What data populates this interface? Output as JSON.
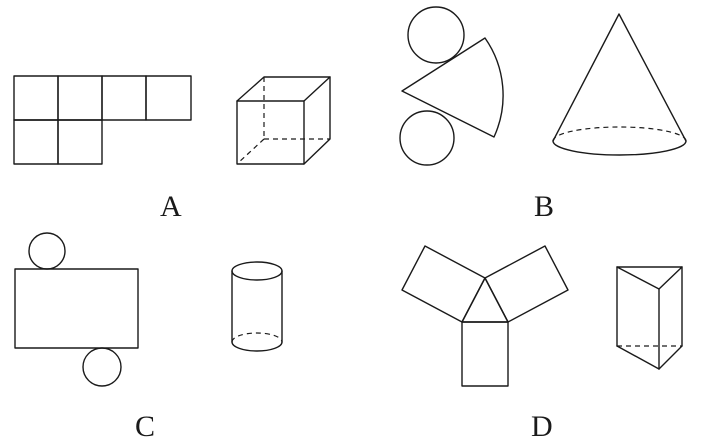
{
  "options": [
    {
      "label": "A",
      "net": "six-square-net",
      "solid": "cube"
    },
    {
      "label": "B",
      "net": "sector-and-two-circles",
      "solid": "cone"
    },
    {
      "label": "C",
      "net": "rectangle-and-two-circles",
      "solid": "cylinder"
    },
    {
      "label": "D",
      "net": "three-rectangles-and-triangle",
      "solid": "triangular-prism"
    }
  ]
}
